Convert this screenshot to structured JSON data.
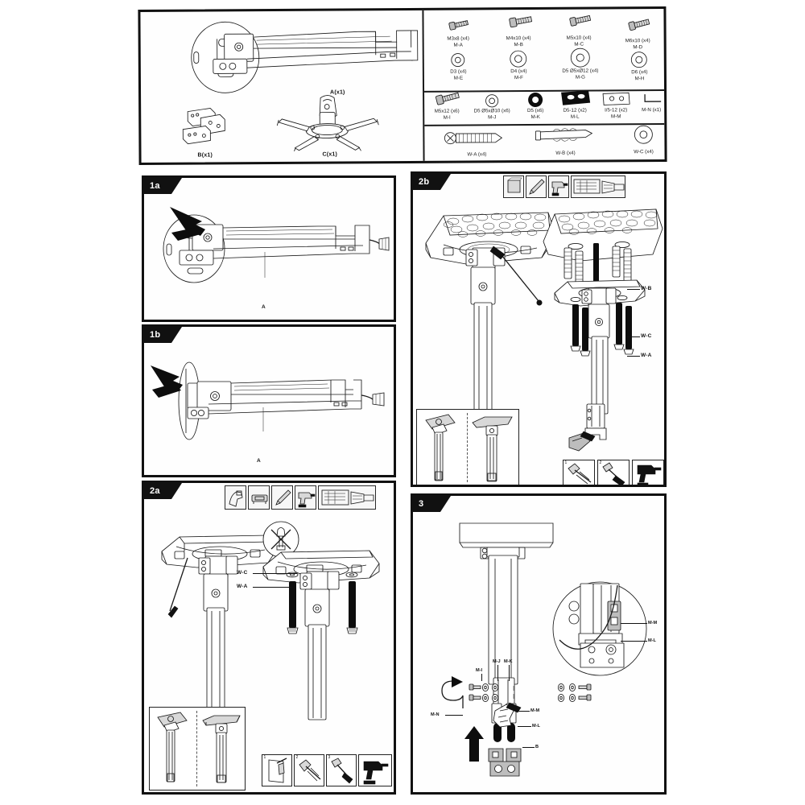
{
  "document": {
    "type": "projector-ceiling-mount-installation-manual",
    "page_background": "#ffffff",
    "ink_color": "#1a1a1a",
    "accent_color": "#111111"
  },
  "parts_sheet": {
    "bracket_parts": [
      {
        "id": "A",
        "label": "A(x1)",
        "icon": "extension-arm-icon"
      },
      {
        "id": "B",
        "label": "B(x1)",
        "icon": "bracket-plate-icon"
      },
      {
        "id": "C",
        "label": "C(x1)",
        "icon": "spider-mount-icon"
      }
    ],
    "hardware_rows": [
      {
        "row": 1,
        "items": [
          {
            "code": "M-A",
            "spec": "M3x8 (x4)",
            "icon": "screw-icon"
          },
          {
            "code": "M-B",
            "spec": "M4x10 (x4)",
            "icon": "screw-icon"
          },
          {
            "code": "M-C",
            "spec": "M5x10 (x4)",
            "icon": "screw-icon"
          },
          {
            "code": "M-D",
            "spec": "M6x10 (x4)",
            "icon": "screw-icon"
          }
        ]
      },
      {
        "row": 2,
        "items": [
          {
            "code": "M-E",
            "spec": "D3 (x4)",
            "icon": "washer-icon"
          },
          {
            "code": "M-F",
            "spec": "D4 (x4)",
            "icon": "washer-icon"
          },
          {
            "code": "M-G",
            "spec": "D5 Ø5xØ12 (x4)",
            "icon": "washer-icon"
          },
          {
            "code": "M-H",
            "spec": "D6 (x4)",
            "icon": "washer-icon"
          }
        ]
      },
      {
        "row": 3,
        "items": [
          {
            "code": "M-I",
            "spec": "M5x12 (x6)",
            "icon": "screw-icon"
          },
          {
            "code": "M-J",
            "spec": "D5 Ø5xØ10 (x6)",
            "icon": "washer-icon"
          },
          {
            "code": "M-K",
            "spec": "D5 (x6)",
            "icon": "black-washer-icon"
          },
          {
            "code": "M-L",
            "spec": "D5-12 (x2)",
            "icon": "black-spacer-block-icon"
          },
          {
            "code": "M-M",
            "spec": "I/5-12 (x2)",
            "icon": "two-hole-plate-icon"
          },
          {
            "code": "M-N",
            "spec": "M-N (x1)",
            "icon": "allen-key-icon"
          }
        ]
      },
      {
        "row": 4,
        "items": [
          {
            "code": "W-A",
            "spec": "W-A (x4)",
            "icon": "wood-screw-icon"
          },
          {
            "code": "W-B",
            "spec": "W-B (x4)",
            "icon": "wall-anchor-icon"
          },
          {
            "code": "W-C",
            "spec": "W-C (x4)",
            "icon": "washer-icon"
          }
        ]
      }
    ]
  },
  "steps": [
    {
      "id": "1a",
      "badge": "1a",
      "callouts": [
        {
          "text": "A"
        }
      ],
      "tools": []
    },
    {
      "id": "1b",
      "badge": "1b",
      "callouts": [
        {
          "text": "A"
        }
      ],
      "tools": []
    },
    {
      "id": "2a",
      "badge": "2a",
      "callouts": [
        {
          "text": "W-C"
        },
        {
          "text": "W-A"
        }
      ],
      "tools": [
        {
          "icon": "hand-mount-icon"
        },
        {
          "icon": "projector-icon"
        },
        {
          "icon": "pencil-icon"
        },
        {
          "icon": "drill-icon"
        },
        {
          "icon": "dimension-diagram-icon"
        }
      ],
      "sequence_steps": [
        {
          "num": "1",
          "icon": "mark-hole-icon"
        },
        {
          "num": "2",
          "icon": "insert-anchor-icon"
        },
        {
          "num": "3",
          "icon": "hammer-anchor-icon"
        },
        {
          "num": "",
          "icon": "drill-icon"
        }
      ]
    },
    {
      "id": "2b",
      "badge": "2b",
      "callouts": [
        {
          "text": "W-B"
        },
        {
          "text": "W-C"
        },
        {
          "text": "W-A"
        }
      ],
      "tools": [
        {
          "icon": "concrete-block-icon"
        },
        {
          "icon": "pencil-icon"
        },
        {
          "icon": "drill-icon"
        },
        {
          "icon": "dimension-diagram-icon"
        }
      ],
      "sequence_steps": [
        {
          "num": "1",
          "icon": "insert-anchor-icon"
        },
        {
          "num": "2",
          "icon": "hammer-anchor-icon"
        },
        {
          "num": "",
          "icon": "drill-icon"
        }
      ]
    },
    {
      "id": "3",
      "badge": "3",
      "callouts": [
        {
          "text": "M-I"
        },
        {
          "text": "M-J"
        },
        {
          "text": "M-K"
        },
        {
          "text": "M-N"
        },
        {
          "text": "M-M"
        },
        {
          "text": "M-L"
        },
        {
          "text": "B"
        }
      ],
      "detail_callouts": [
        {
          "text": "M-M"
        },
        {
          "text": "M-L"
        }
      ],
      "tools": []
    }
  ]
}
